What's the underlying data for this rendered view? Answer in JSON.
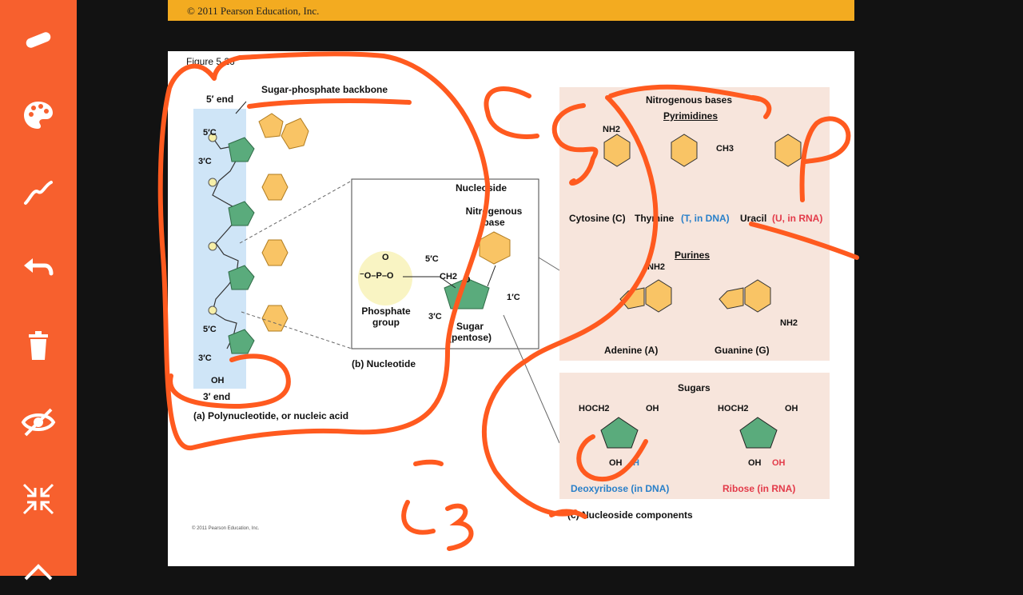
{
  "toolbar": {
    "tools": [
      {
        "name": "eraser-tool",
        "icon": "eraser-icon"
      },
      {
        "name": "color-palette-tool",
        "icon": "palette-icon"
      },
      {
        "name": "pen-tool",
        "icon": "pen-stroke-icon"
      },
      {
        "name": "undo-tool",
        "icon": "undo-icon"
      },
      {
        "name": "delete-tool",
        "icon": "trash-icon"
      },
      {
        "name": "hide-tool",
        "icon": "eye-off-icon"
      },
      {
        "name": "collapse-tool",
        "icon": "collapse-arrows-icon"
      },
      {
        "name": "more-tool",
        "icon": "chevron-up-icon"
      }
    ],
    "accent_color": "#f7602e"
  },
  "banner": {
    "copyright": "© 2011 Pearson Education, Inc.",
    "color": "#f3ab20"
  },
  "figure": {
    "figure_label": "Figure 5.26",
    "backbone_label": "Sugar-phosphate backbone",
    "five_end": "5′ end",
    "three_end": "3′ end",
    "five_c": "5′C",
    "three_c": "3′C",
    "oh": "OH",
    "o": "O",
    "poly_caption": "(a) Polynucleotide, or nucleic acid",
    "nucleotide_caption": "(b) Nucleotide",
    "nucleoside_label": "Nucleoside",
    "nitro_base_label": "Nitrogenous base",
    "phosphate_label": "Phosphate group",
    "sugar_label": "Sugar (pentose)",
    "ch2": "CH2",
    "one_c": "1′C",
    "phosphate_formula": "⁻O–P–O",
    "phosphate_o": "O",
    "phosphate_o_neg": "O⁻",
    "components_caption": "(c) Nucleoside components",
    "footer": "© 2011 Pearson Education, Inc."
  },
  "bases_panel": {
    "title": "Nitrogenous bases",
    "pyrimidines_title": "Pyrimidines",
    "purines_title": "Purines",
    "cytosine": "Cytosine (C)",
    "thymine": "Thymine",
    "thymine_note": "(T, in DNA)",
    "uracil": "Uracil",
    "uracil_note": "(U, in RNA)",
    "adenine": "Adenine (A)",
    "guanine": "Guanine (G)",
    "nh2": "NH2",
    "ch3": "CH3"
  },
  "sugars_panel": {
    "title": "Sugars",
    "deoxyribose": "Deoxyribose (in DNA)",
    "ribose": "Ribose (in RNA)",
    "hoch2": "HOCH2",
    "oh": "OH",
    "h": "H"
  }
}
